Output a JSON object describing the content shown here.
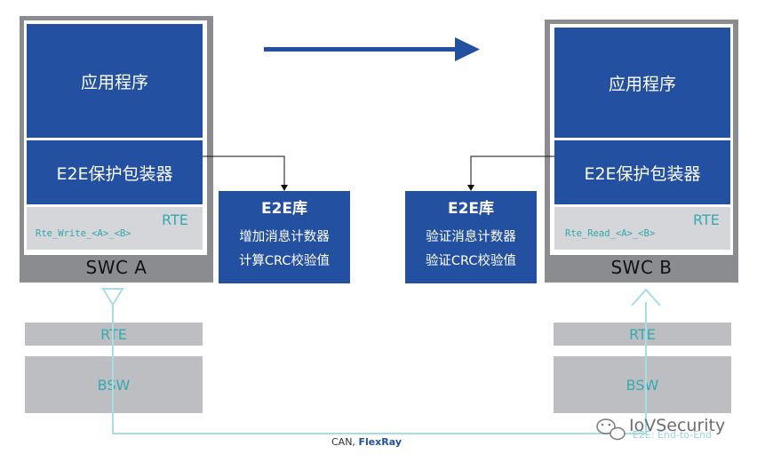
{
  "swc_a": {
    "app": "应用程序",
    "wrapper": "E2E保护包装器",
    "rte": "RTE",
    "api": "Rte_Write_<A>_<B>",
    "name": "SWC A"
  },
  "swc_b": {
    "app": "应用程序",
    "wrapper": "E2E保护包装器",
    "rte": "RTE",
    "api": "Rte_Read_<A>_<B>",
    "name": "SWC B"
  },
  "lib_left": {
    "title": "E2E库",
    "line1": "增加消息计数器",
    "line2": "计算CRC校验值"
  },
  "lib_right": {
    "title": "E2E库",
    "line1": "验证消息计数器",
    "line2": "验证CRC校验值"
  },
  "stack_left": {
    "rte": "RTE",
    "bsw": "BSW"
  },
  "stack_right": {
    "rte": "RTE",
    "bsw": "BSW"
  },
  "bus": {
    "can": "CAN, ",
    "flexray": "FlexRay"
  },
  "watermark": {
    "brand": "IoVSecurity",
    "sub": "E2E: End-to-End"
  },
  "colors": {
    "blue": "#2350a0",
    "frame_gray": "#8a8c90",
    "teal": "#36a9b3",
    "light_cyan": "#a8dde4",
    "light_gray": "#d4d6d9"
  },
  "icons": [
    "arrow-right-icon",
    "wechat-icon"
  ]
}
